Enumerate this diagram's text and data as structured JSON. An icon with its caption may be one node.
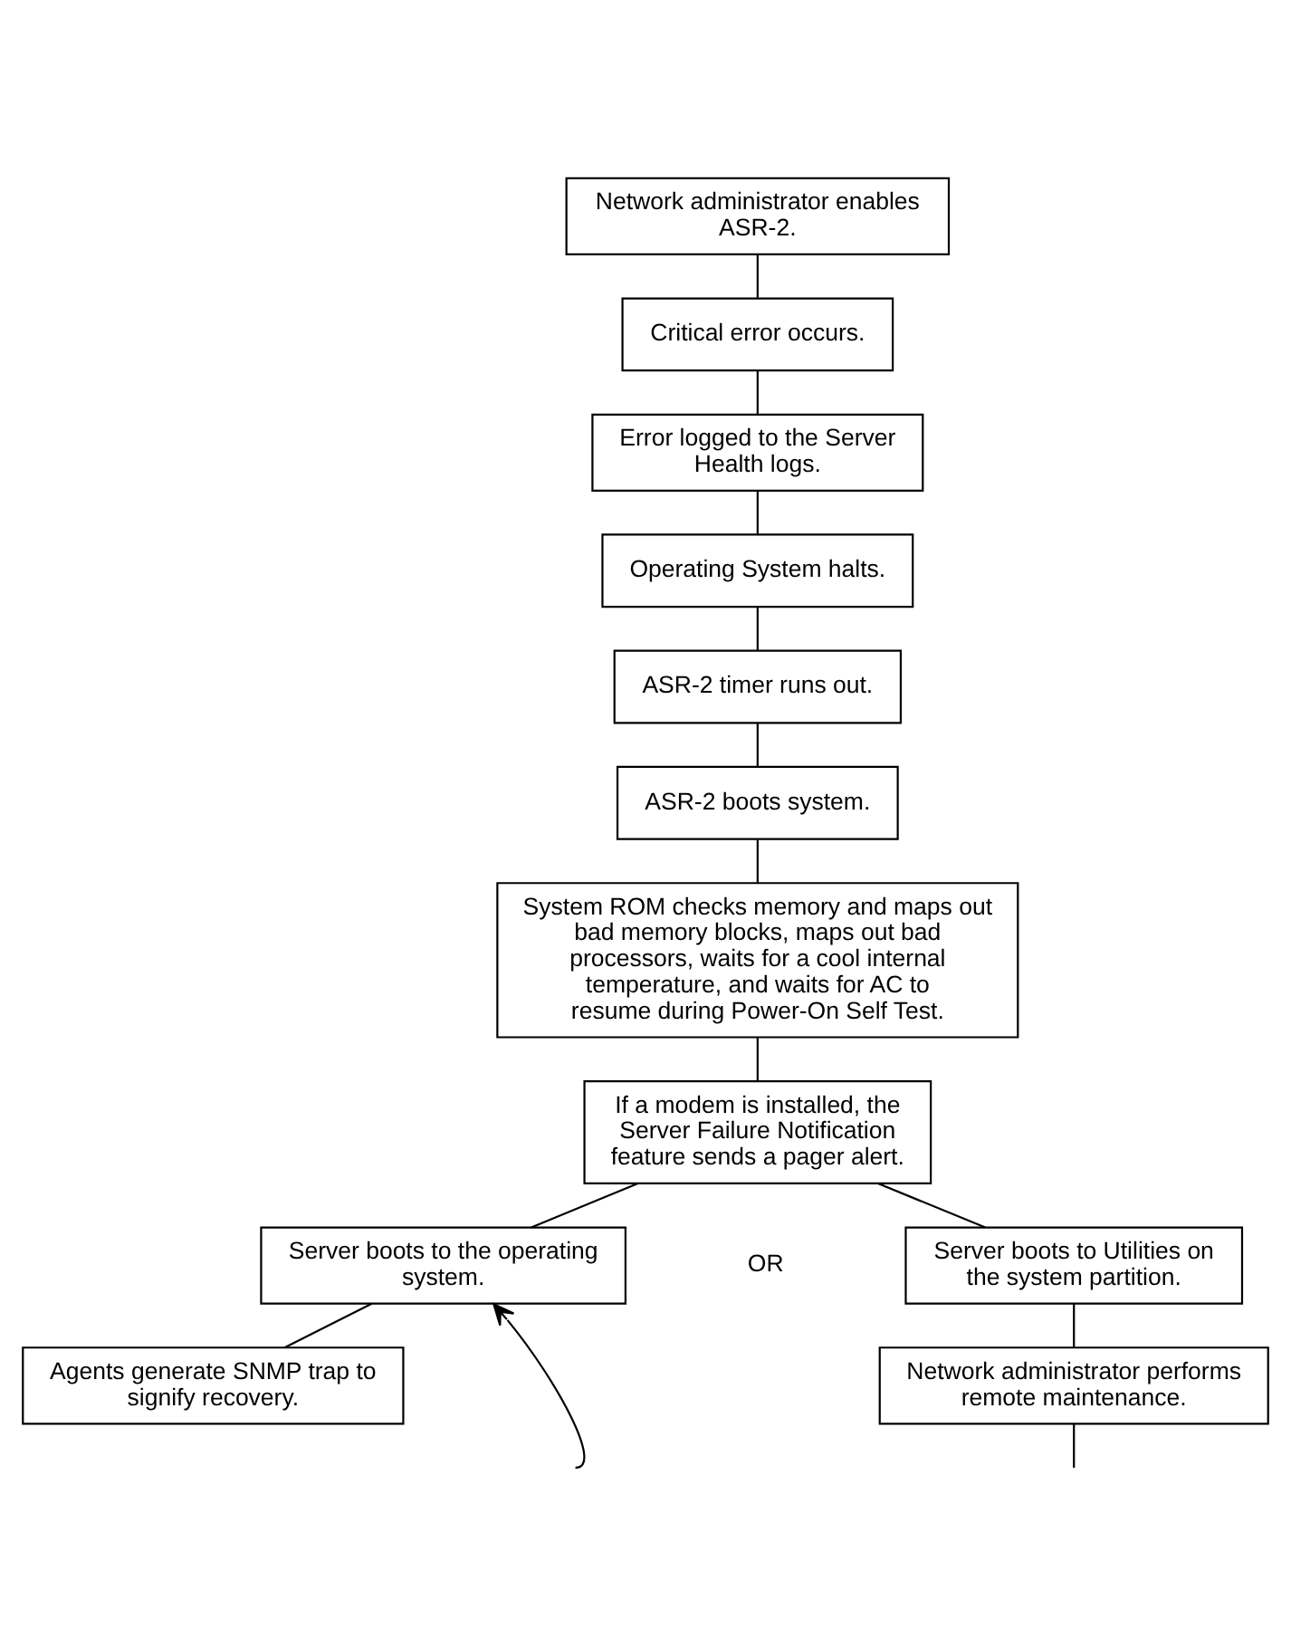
{
  "diagram": {
    "nodes": [
      {
        "text": [
          "Network administrator enables ASR-2."
        ]
      },
      {
        "text": [
          "Critical error occurs."
        ]
      },
      {
        "text": [
          "Error logged to the Server Health logs."
        ]
      },
      {
        "text": [
          "Operating System halts."
        ]
      },
      {
        "text": [
          "ASR-2 timer runs out."
        ]
      },
      {
        "text": [
          "ASR-2 boots system."
        ]
      },
      {
        "text": [
          "System ROM checks memory and maps out bad memory blocks, maps out bad processors, waits for a cool internal temperature, and waits for AC to resume during Power-On Self Test."
        ]
      },
      {
        "text": [
          "If a modem is installed, the Server Failure Notification feature sends a pager alert."
        ]
      },
      {
        "text": [
          "Server boots to the operating system."
        ]
      },
      {
        "text": [
          "Server boots to Utilities on the system partition."
        ]
      },
      {
        "text": [
          "Agents generate SNMP trap to signify recovery."
        ]
      },
      {
        "text": [
          "Network administrator performs remote maintenance."
        ]
      }
    ],
    "edges": [
      {
        "from": 0,
        "to": 1,
        "arrow": "none"
      },
      {
        "from": 1,
        "to": 2,
        "arrow": "none"
      },
      {
        "from": 2,
        "to": 3,
        "arrow": "none"
      },
      {
        "from": 3,
        "to": 4,
        "arrow": "none"
      },
      {
        "from": 4,
        "to": 5,
        "arrow": "none"
      },
      {
        "from": 5,
        "to": 6,
        "arrow": "none"
      },
      {
        "from": 6,
        "to": 7,
        "arrow": "none"
      },
      {
        "from": 7,
        "to": 8,
        "arrow": "none"
      },
      {
        "from": 7,
        "to": 9,
        "arrow": "none"
      },
      {
        "from": 8,
        "to": 10,
        "arrow": "none"
      },
      {
        "from": 9,
        "to": 11,
        "arrow": "none"
      },
      {
        "from": null,
        "to": 8,
        "arrow": "to"
      },
      {
        "from": 11,
        "to": null,
        "arrow": "none"
      }
    ],
    "labels": [
      "OR"
    ]
  }
}
